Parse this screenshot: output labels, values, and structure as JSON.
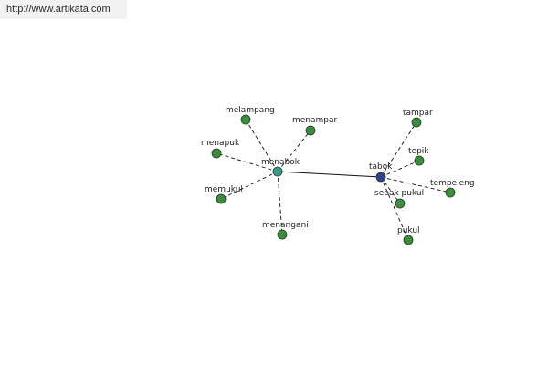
{
  "banner": {
    "url": "http://www.artikata.com"
  },
  "colors": {
    "hub_menabok": "#3c9a8c",
    "hub_tabok": "#33408f",
    "leaf": "#3e8a3e",
    "edge": "#111111",
    "node_outline": "#1f3f1f"
  },
  "graph": {
    "nodes": [
      {
        "id": "menabok",
        "label": "menabok",
        "kind": "hub-menabok"
      },
      {
        "id": "tabok",
        "label": "tabok",
        "kind": "hub-tabok"
      },
      {
        "id": "melampang",
        "label": "melampang",
        "kind": "leaf"
      },
      {
        "id": "menampar",
        "label": "menampar",
        "kind": "leaf"
      },
      {
        "id": "menapuk",
        "label": "menapuk",
        "kind": "leaf"
      },
      {
        "id": "memukul",
        "label": "memukul",
        "kind": "leaf"
      },
      {
        "id": "menangani",
        "label": "menangani",
        "kind": "leaf"
      },
      {
        "id": "tampar",
        "label": "tampar",
        "kind": "leaf"
      },
      {
        "id": "tepik",
        "label": "tepik",
        "kind": "leaf"
      },
      {
        "id": "tempeleng",
        "label": "tempeleng",
        "kind": "leaf"
      },
      {
        "id": "sepak-pukul",
        "label": "sepak pukul",
        "kind": "leaf"
      },
      {
        "id": "pukul",
        "label": "pukul",
        "kind": "leaf"
      }
    ],
    "edges": [
      {
        "from": "menabok",
        "to": "tabok",
        "style": "solid"
      },
      {
        "from": "menabok",
        "to": "melampang",
        "style": "dashed"
      },
      {
        "from": "menabok",
        "to": "menampar",
        "style": "dashed"
      },
      {
        "from": "menabok",
        "to": "menapuk",
        "style": "dashed"
      },
      {
        "from": "menabok",
        "to": "memukul",
        "style": "dashed"
      },
      {
        "from": "menabok",
        "to": "menangani",
        "style": "dashed"
      },
      {
        "from": "tabok",
        "to": "tampar",
        "style": "dashed"
      },
      {
        "from": "tabok",
        "to": "tepik",
        "style": "dashed"
      },
      {
        "from": "tabok",
        "to": "tempeleng",
        "style": "dashed"
      },
      {
        "from": "tabok",
        "to": "sepak-pukul",
        "style": "dashed"
      },
      {
        "from": "tabok",
        "to": "pukul",
        "style": "dashed"
      }
    ]
  }
}
